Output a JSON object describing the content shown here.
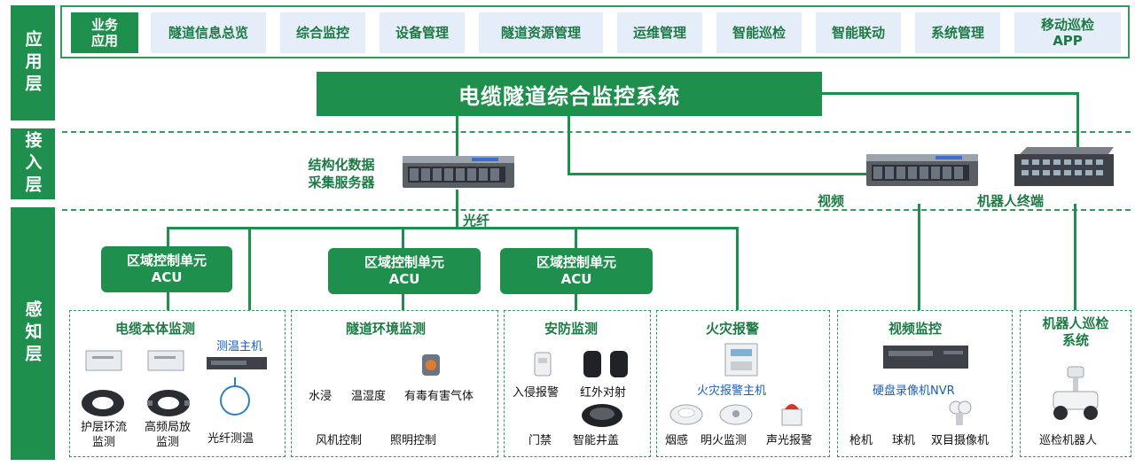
{
  "layers": {
    "application": "应用层",
    "access": "接入层",
    "perception": "感知层"
  },
  "app_row": {
    "business": "业务\n应用",
    "modules": [
      "隧道信息总览",
      "综合监控",
      "设备管理",
      "隧道资源管理",
      "运维管理",
      "智能巡检",
      "智能联动",
      "系统管理",
      "移动巡检\nAPP"
    ]
  },
  "system_title": "电缆隧道综合监控系统",
  "access": {
    "server_label": "结构化数据\n采集服务器",
    "video_label": "视频",
    "robot_terminal_label": "机器人终端",
    "fiber_label": "光纤"
  },
  "acu": {
    "line1": "区域控制单元",
    "line2": "ACU"
  },
  "panels": {
    "cable": {
      "title": "电缆本体监测",
      "temp_host": "测温主机",
      "sheath": "护层环流\n监测",
      "pd": "高频局放\n监测",
      "fiber_temp": "光纤测温"
    },
    "environment": {
      "title": "隧道环境监测",
      "items_row1": [
        "水浸",
        "温湿度",
        "有毒有害气体"
      ],
      "items_row2": [
        "风机控制",
        "照明控制"
      ]
    },
    "security": {
      "title": "安防监测",
      "intrusion": "入侵报警",
      "infrared": "红外对射",
      "access_ctrl": "门禁",
      "manhole": "智能井盖"
    },
    "fire": {
      "title": "火灾报警",
      "host": "火灾报警主机",
      "smoke": "烟感",
      "flame": "明火监测",
      "sound": "声光报警"
    },
    "video": {
      "title": "视频监控",
      "nvr": "硬盘录像机NVR",
      "gun": "枪机",
      "dome": "球机",
      "binocular": "双目摄像机"
    },
    "robot": {
      "title": "机器人巡检\n系统",
      "robot": "巡检机器人"
    }
  },
  "colors": {
    "brand_green": "#1f8f4d",
    "tile_blue": "#e5eef8",
    "label_blue": "#1a5fb4"
  }
}
